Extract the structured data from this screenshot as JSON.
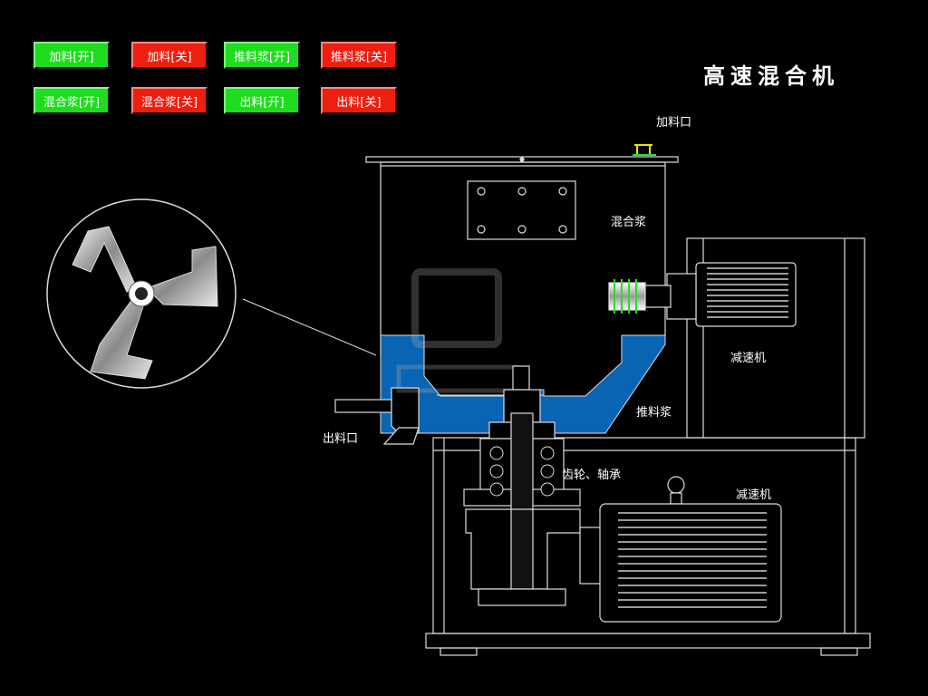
{
  "title": "高速混合机",
  "buttons": [
    {
      "label": "加料[开]",
      "state": "on"
    },
    {
      "label": "加料[关]",
      "state": "off"
    },
    {
      "label": "推料浆[开]",
      "state": "on"
    },
    {
      "label": "推料浆[关]",
      "state": "off"
    },
    {
      "label": "混合浆[开]",
      "state": "on"
    },
    {
      "label": "混合浆[关]",
      "state": "off"
    },
    {
      "label": "出料[开]",
      "state": "on"
    },
    {
      "label": "出料[关]",
      "state": "off"
    }
  ],
  "labels": {
    "inlet": "加料口",
    "mixing_paddle": "混合浆",
    "reducer_top": "减速机",
    "push_paddle": "推料浆",
    "outlet": "出料口",
    "gear_bearing": "齿轮、轴承",
    "reducer_bottom": "减速机"
  },
  "colors": {
    "on": "#1fdc1f",
    "off": "#ee1f10",
    "liquid": "#0a64b4"
  }
}
